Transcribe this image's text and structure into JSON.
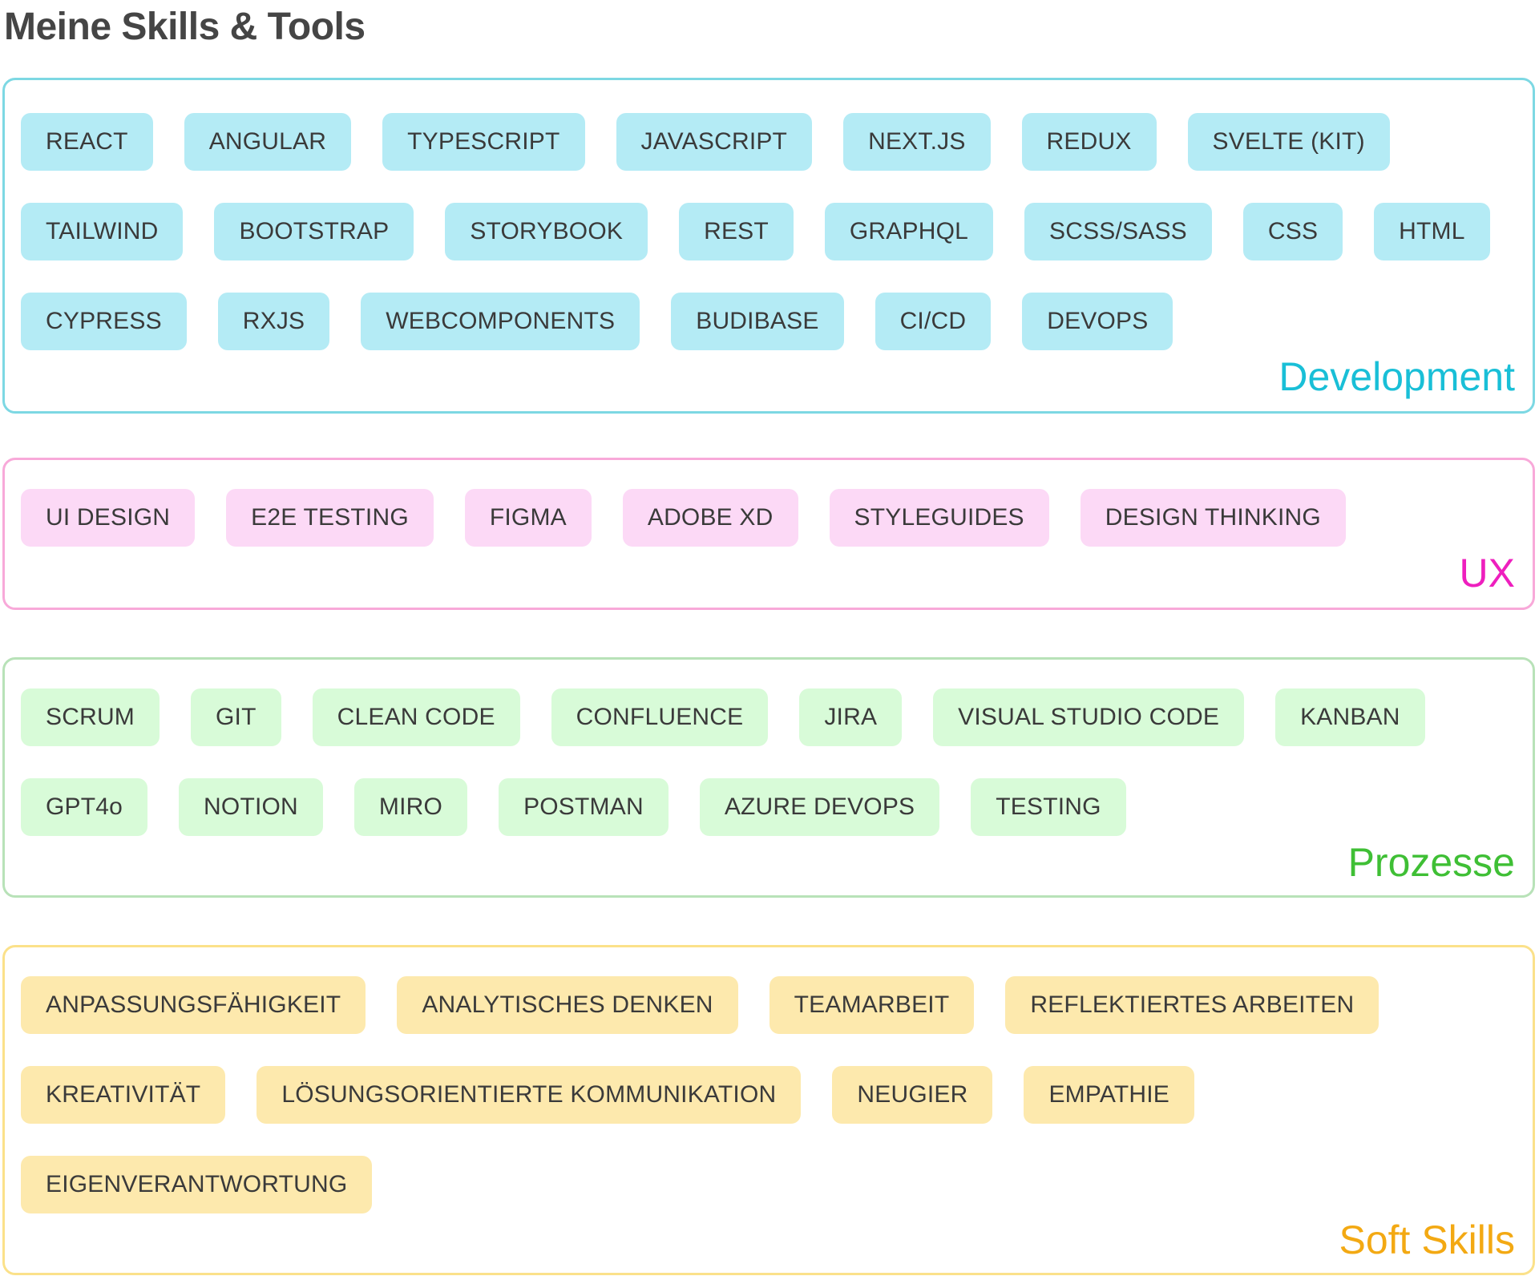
{
  "page": {
    "title": "Meine Skills & Tools"
  },
  "sections": {
    "development": {
      "label": "Development",
      "border_color": "#7dd8e3",
      "chip_color": "#b4ebf5",
      "label_color": "#19bfd7",
      "chips": [
        "REACT",
        "ANGULAR",
        "TYPESCRIPT",
        "JAVASCRIPT",
        "NEXT.JS",
        "REDUX",
        "SVELTE (KIT)",
        "TAILWIND",
        "BOOTSTRAP",
        "STORYBOOK",
        "REST",
        "GRAPHQL",
        "SCSS/SASS",
        "CSS",
        "HTML",
        "CYPRESS",
        "RXJS",
        "WEBCOMPONENTS",
        "BUDIBASE",
        "CI/CD",
        "DEVOPS"
      ]
    },
    "ux": {
      "label": "UX",
      "border_color": "#f8a9d9",
      "chip_color": "#fcd9f6",
      "label_color": "#ee1fbe",
      "chips": [
        "UI DESIGN",
        "E2E TESTING",
        "FIGMA",
        "ADOBE XD",
        "STYLEGUIDES",
        "DESIGN THINKING"
      ]
    },
    "prozesse": {
      "label": "Prozesse",
      "border_color": "#b8e2b8",
      "chip_color": "#d8fbd8",
      "label_color": "#3fbf35",
      "chips": [
        "SCRUM",
        "GIT",
        "CLEAN CODE",
        "CONFLUENCE",
        "JIRA",
        "VISUAL STUDIO CODE",
        "KANBAN",
        "GPT4o",
        "NOTION",
        "MIRO",
        "POSTMAN",
        "AZURE DEVOPS",
        "TESTING"
      ]
    },
    "soft_skills": {
      "label": "Soft Skills",
      "border_color": "#fbe18a",
      "chip_color": "#fde9ad",
      "label_color": "#f3a913",
      "chips": [
        "ANPASSUNGSFÄHIGKEIT",
        "ANALYTISCHES DENKEN",
        "TEAMARBEIT",
        "REFLEKTIERTES ARBEITEN",
        "KREATIVITÄT",
        "LÖSUNGSORIENTIERTE KOMMUNIKATION",
        "NEUGIER",
        "EMPATHIE",
        "EIGENVERANTWORTUNG"
      ]
    }
  }
}
